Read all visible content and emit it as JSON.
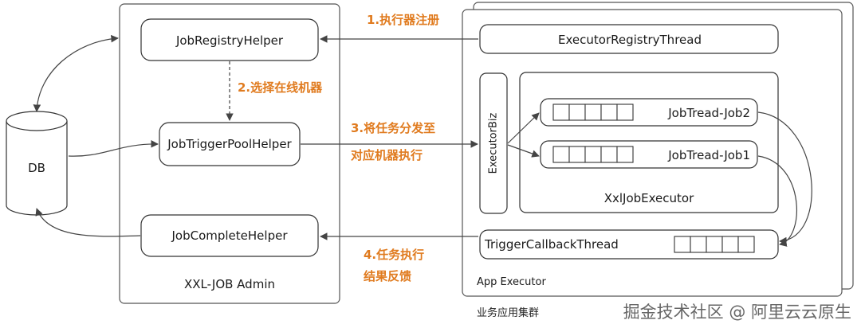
{
  "db": {
    "label": "DB"
  },
  "admin": {
    "title": "XXL-JOB Admin",
    "registry_helper": "JobRegistryHelper",
    "trigger_pool_helper": "JobTriggerPoolHelper",
    "complete_helper": "JobCompleteHelper"
  },
  "executor": {
    "title": "App Executor",
    "registry_thread": "ExecutorRegistryThread",
    "executor_biz": "ExecutorBiz",
    "xxl_job_executor": "XxlJobExecutor",
    "job_thread_2": "JobTread-Job2",
    "job_thread_1": "JobTread-Job1",
    "callback_thread": "TriggerCallbackThread",
    "cluster_label": "业务应用集群"
  },
  "steps": {
    "step1": "1.执行器注册",
    "step2": "2.选择在线机器",
    "step3_line1": "3.将任务分发至",
    "step3_line2": "对应机器执行",
    "step4_line1": "4.任务执行",
    "step4_line2": "结果反馈"
  },
  "watermark": "掘金技术社区 @ 阿里云云原生",
  "colors": {
    "accent": "#e07b1f",
    "stroke": "#333333"
  }
}
